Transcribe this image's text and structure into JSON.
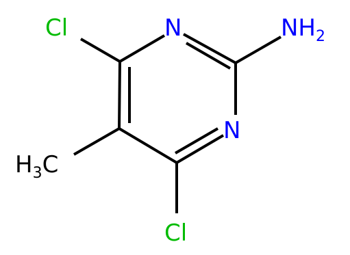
{
  "molecule": {
    "atoms": {
      "cl_top": {
        "label": "Cl",
        "color": "#00bb00"
      },
      "cl_bottom": {
        "label": "Cl",
        "color": "#00bb00"
      },
      "n_top": {
        "label": "N",
        "color": "#0000ff"
      },
      "n_bottom": {
        "label": "N",
        "color": "#0000ff"
      },
      "nh2": {
        "main": "NH",
        "sub": "2",
        "color": "#0000ff"
      },
      "ch3": {
        "main": "H",
        "sub": "3",
        "tail": "C",
        "color": "#000000"
      }
    },
    "bond_color": "#000000"
  }
}
